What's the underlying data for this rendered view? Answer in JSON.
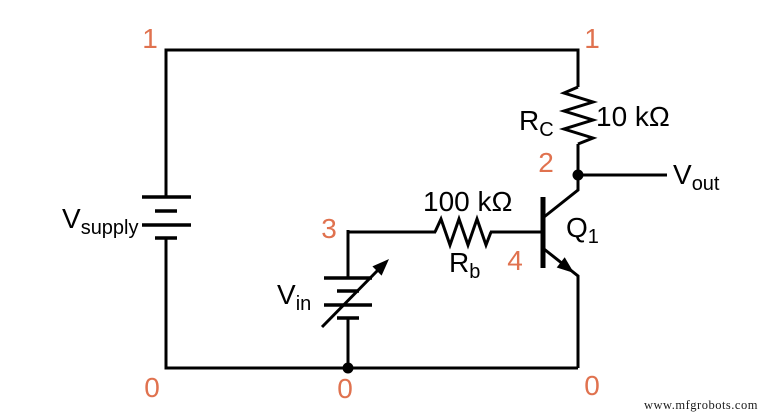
{
  "diagram": {
    "type": "circuit-schematic",
    "description": "Common-emitter NPN transistor amplifier schematic with numbered SPICE nodes",
    "colors": {
      "background": "#ffffff",
      "wire": "#000000",
      "node_label": "#e0724f",
      "watermark": "#1b1b1b"
    },
    "node_labels": {
      "top_left": "1",
      "top_right": "1",
      "collector": "2",
      "input": "3",
      "base": "4",
      "bottom_left": "0",
      "bottom_middle": "0",
      "bottom_right": "0"
    },
    "components": {
      "v_supply": {
        "main": "V",
        "sub": "supply"
      },
      "v_in": {
        "main": "V",
        "sub": "in"
      },
      "v_out": {
        "main": "V",
        "sub": "out"
      },
      "r_c": {
        "main": "R",
        "sub": "C",
        "value": "10 kΩ"
      },
      "r_b": {
        "main": "R",
        "sub": "b",
        "value": "100 kΩ"
      },
      "q1": {
        "main": "Q",
        "sub": "1"
      }
    },
    "watermark": "www.mfgrobots.com"
  }
}
